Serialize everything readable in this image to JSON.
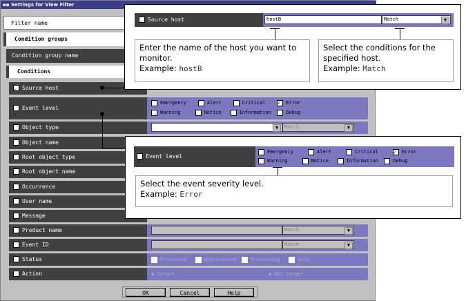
{
  "window": {
    "title": "Settings for View Filter"
  },
  "filter_name_label": "Filter name",
  "condition_groups_label": "Condition groups",
  "condition_group_name_label": "Condition group name",
  "conditions_label": "Conditions",
  "rows": [
    {
      "label": "Source host",
      "checked": true
    },
    {
      "label": "Event level",
      "checked": true
    },
    {
      "label": "Object type",
      "checked": false
    },
    {
      "label": "Object name",
      "checked": false
    },
    {
      "label": "Root object type",
      "checked": false
    },
    {
      "label": "Root object name",
      "checked": false
    },
    {
      "label": "Occurrence",
      "checked": false
    },
    {
      "label": "User name",
      "checked": false
    },
    {
      "label": "Message",
      "checked": false
    },
    {
      "label": "Product name",
      "checked": false
    },
    {
      "label": "Event ID",
      "checked": false
    },
    {
      "label": "Status",
      "checked": false
    },
    {
      "label": "Action",
      "checked": false
    }
  ],
  "event_levels": {
    "row1": [
      "Emergency",
      "Alert",
      "Critical",
      "Error"
    ],
    "row2": [
      "Warning",
      "Notice",
      "Information",
      "Debug"
    ],
    "checked": "Error"
  },
  "match_label": "Match",
  "status_options": [
    "Processed",
    "Unprocessed",
    "Processing",
    "Held"
  ],
  "action_options": [
    "Target",
    "Not target"
  ],
  "buttons": {
    "ok": "OK",
    "cancel": "Cancel",
    "help": "Help"
  },
  "callout1": {
    "checkbox_label": "Source host",
    "host_value": "hostB",
    "match_value": "Match",
    "note1_line1": "Enter the name of the host you want to",
    "note1_line2": "monitor.",
    "note1_example_label": "Example: ",
    "note1_example_value": "hostB",
    "note2_line1": "Select the conditions for the",
    "note2_line2": "specified host.",
    "note2_example_label": "Example: ",
    "note2_example_value": "Match"
  },
  "callout2": {
    "checkbox_label": "Event level",
    "note_line1": "Select the event severity level.",
    "note_example_label": "Example: ",
    "note_example_value": "Error"
  }
}
